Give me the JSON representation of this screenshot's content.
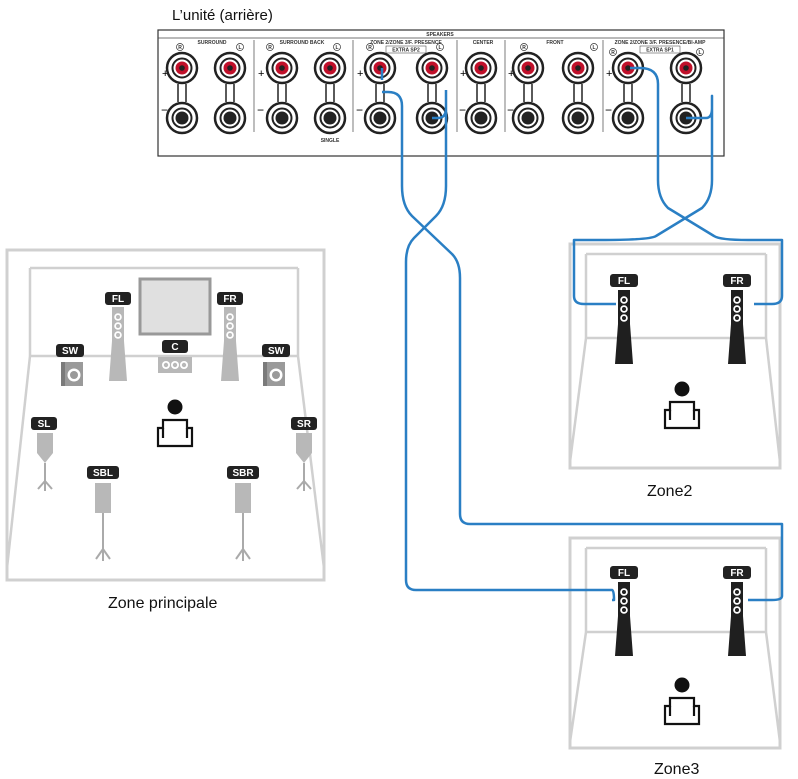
{
  "unit": {
    "title": "L’unité (arrière)",
    "speakers_header": "SPEAKERS",
    "groups": {
      "surround": "SURROUND",
      "surround_back": "SURROUND BACK",
      "zone2_presence": "ZONE 2/ZONE 3/F. PRESENCE",
      "extra_sp2": "EXTRA SP2",
      "center": "CENTER",
      "front": "FRONT",
      "zone2_biamp": "ZONE 2/ZONE 3/F. PRESENCE/BI-AMP",
      "extra_sp1": "EXTRA SP1"
    },
    "single": "SINGLE",
    "polarity": {
      "plus": "+",
      "minus": "−",
      "right": "R",
      "left": "L"
    }
  },
  "main_zone": {
    "label": "Zone principale",
    "speakers": [
      "FL",
      "FR",
      "C",
      "SW",
      "SW",
      "SL",
      "SR",
      "SBL",
      "SBR"
    ]
  },
  "zone2": {
    "label": "Zone2",
    "speakers": [
      "FL",
      "FR"
    ]
  },
  "zone3": {
    "label": "Zone3",
    "speakers": [
      "FL",
      "FR"
    ]
  },
  "colors": {
    "cable": "#2a7fc4",
    "tag": "#222222",
    "room_line": "#cfcfcf",
    "speaker_gray": "#b8b8b8",
    "terminal_red": "#c0102a",
    "speaker_dark": "#1f1f1f"
  }
}
